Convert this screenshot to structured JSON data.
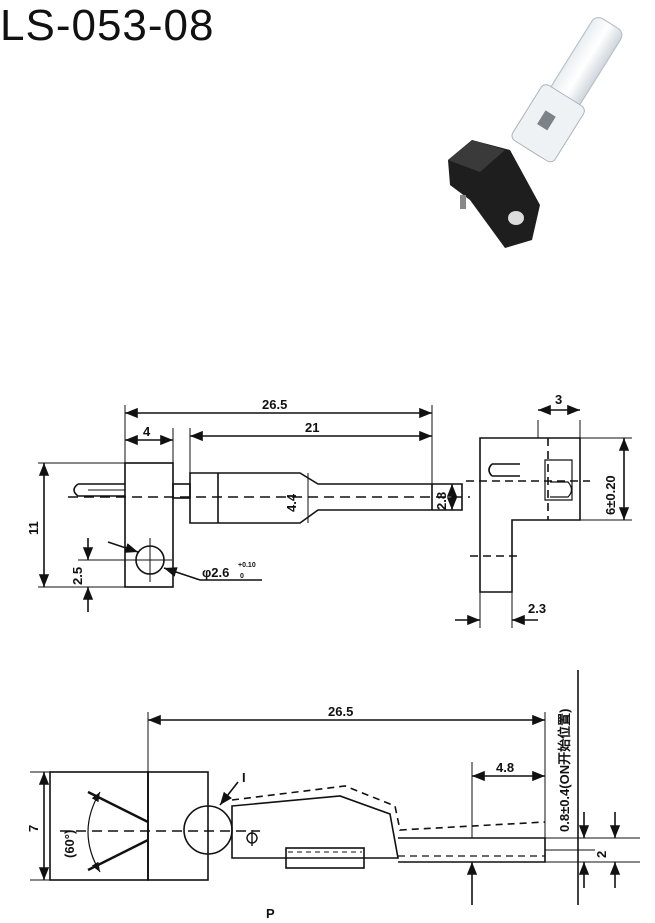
{
  "title": "LS-053-08",
  "top_view": {
    "dim_overall_length": "26.5",
    "dim_body_length": "21",
    "dim_head_width": "4",
    "dim_total_height": "11",
    "dim_hole_offset": "2.5",
    "dim_shaft_diameter": "4.4",
    "dim_tip_diameter": "2.8",
    "hole_diameter_prefix": "φ2.6",
    "hole_tol_upper": "+0.10",
    "hole_tol_lower": "0"
  },
  "side_view": {
    "dim_width": "3",
    "dim_height": "6±0.20",
    "dim_leg_width": "2.3"
  },
  "bottom_view": {
    "dim_overall_length": "26.5",
    "dim_tip_length": "4.8",
    "dim_height": "7",
    "dim_angle": "(60°)",
    "dim_on_position": "0.8±0.4(ON开始位置)",
    "dim_stroke": "2",
    "label_i": "I",
    "label_p": "P"
  }
}
